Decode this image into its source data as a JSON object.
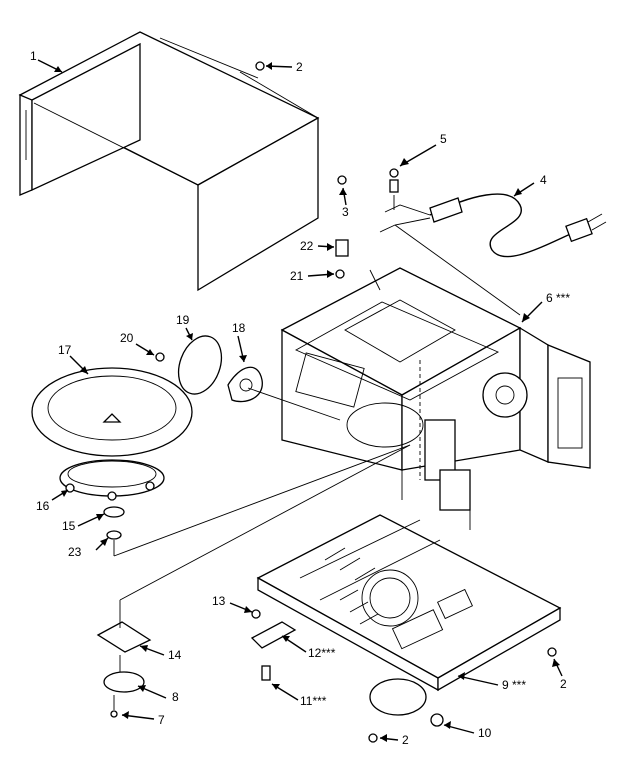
{
  "header_text": "                                                    ",
  "callouts": [
    {
      "id": "1",
      "text": "1"
    },
    {
      "id": "2a",
      "text": "2"
    },
    {
      "id": "3",
      "text": "3"
    },
    {
      "id": "4",
      "text": "4"
    },
    {
      "id": "5",
      "text": "5"
    },
    {
      "id": "6",
      "text": "6 ***"
    },
    {
      "id": "7",
      "text": "7"
    },
    {
      "id": "8",
      "text": "8"
    },
    {
      "id": "9",
      "text": "9 ***"
    },
    {
      "id": "10",
      "text": "10"
    },
    {
      "id": "11",
      "text": "11***"
    },
    {
      "id": "12",
      "text": "12***"
    },
    {
      "id": "13",
      "text": "13"
    },
    {
      "id": "14",
      "text": "14"
    },
    {
      "id": "15",
      "text": "15"
    },
    {
      "id": "16",
      "text": "16"
    },
    {
      "id": "17",
      "text": "17"
    },
    {
      "id": "18",
      "text": "18"
    },
    {
      "id": "19",
      "text": "19"
    },
    {
      "id": "20",
      "text": "20"
    },
    {
      "id": "21",
      "text": "21"
    },
    {
      "id": "22",
      "text": "22"
    },
    {
      "id": "23",
      "text": "23"
    },
    {
      "id": "2b",
      "text": "2"
    },
    {
      "id": "2c",
      "text": "2"
    }
  ]
}
